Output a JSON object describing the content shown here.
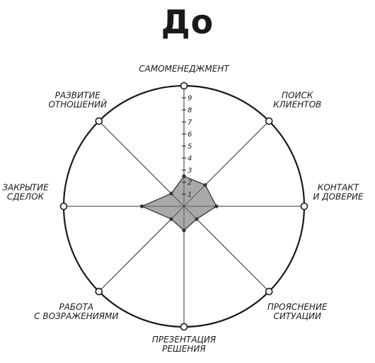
{
  "title": "До",
  "chart_data": {
    "type": "radar",
    "title": "До",
    "scale": {
      "min": 0,
      "max": 10,
      "ticks": [
        1,
        2,
        3,
        4,
        5,
        6,
        7,
        8,
        9
      ]
    },
    "axes": [
      {
        "key": "self",
        "label_lines": [
          "САМОМЕНЕДЖМЕНТ"
        ]
      },
      {
        "key": "search",
        "label_lines": [
          "ПОИСК",
          "КЛИЕНТОВ"
        ]
      },
      {
        "key": "contact",
        "label_lines": [
          "КОНТАКТ",
          "И ДОВЕРИЕ"
        ]
      },
      {
        "key": "clarify",
        "label_lines": [
          "ПРОЯСНЕНИЕ",
          "СИТУАЦИИ"
        ]
      },
      {
        "key": "present",
        "label_lines": [
          "ПРЕЗЕНТАЦИЯ",
          "РЕШЕНИЯ"
        ]
      },
      {
        "key": "objections",
        "label_lines": [
          "РАБОТА",
          "С ВОЗРАЖЕНИЯМИ"
        ]
      },
      {
        "key": "closing",
        "label_lines": [
          "ЗАКРЫТИЕ",
          "СДЕЛОК"
        ]
      },
      {
        "key": "relations",
        "label_lines": [
          "РАЗВИТИЕ",
          "ОТНОШЕНИЙ"
        ]
      }
    ],
    "series": [
      {
        "values": [
          2.5,
          2.5,
          2.7,
          1.5,
          2.0,
          1.5,
          3.5,
          1.5
        ]
      }
    ],
    "colors": {
      "fill": "#9a9a9a",
      "stroke": "#2a2a2a",
      "line": "#333333"
    }
  }
}
